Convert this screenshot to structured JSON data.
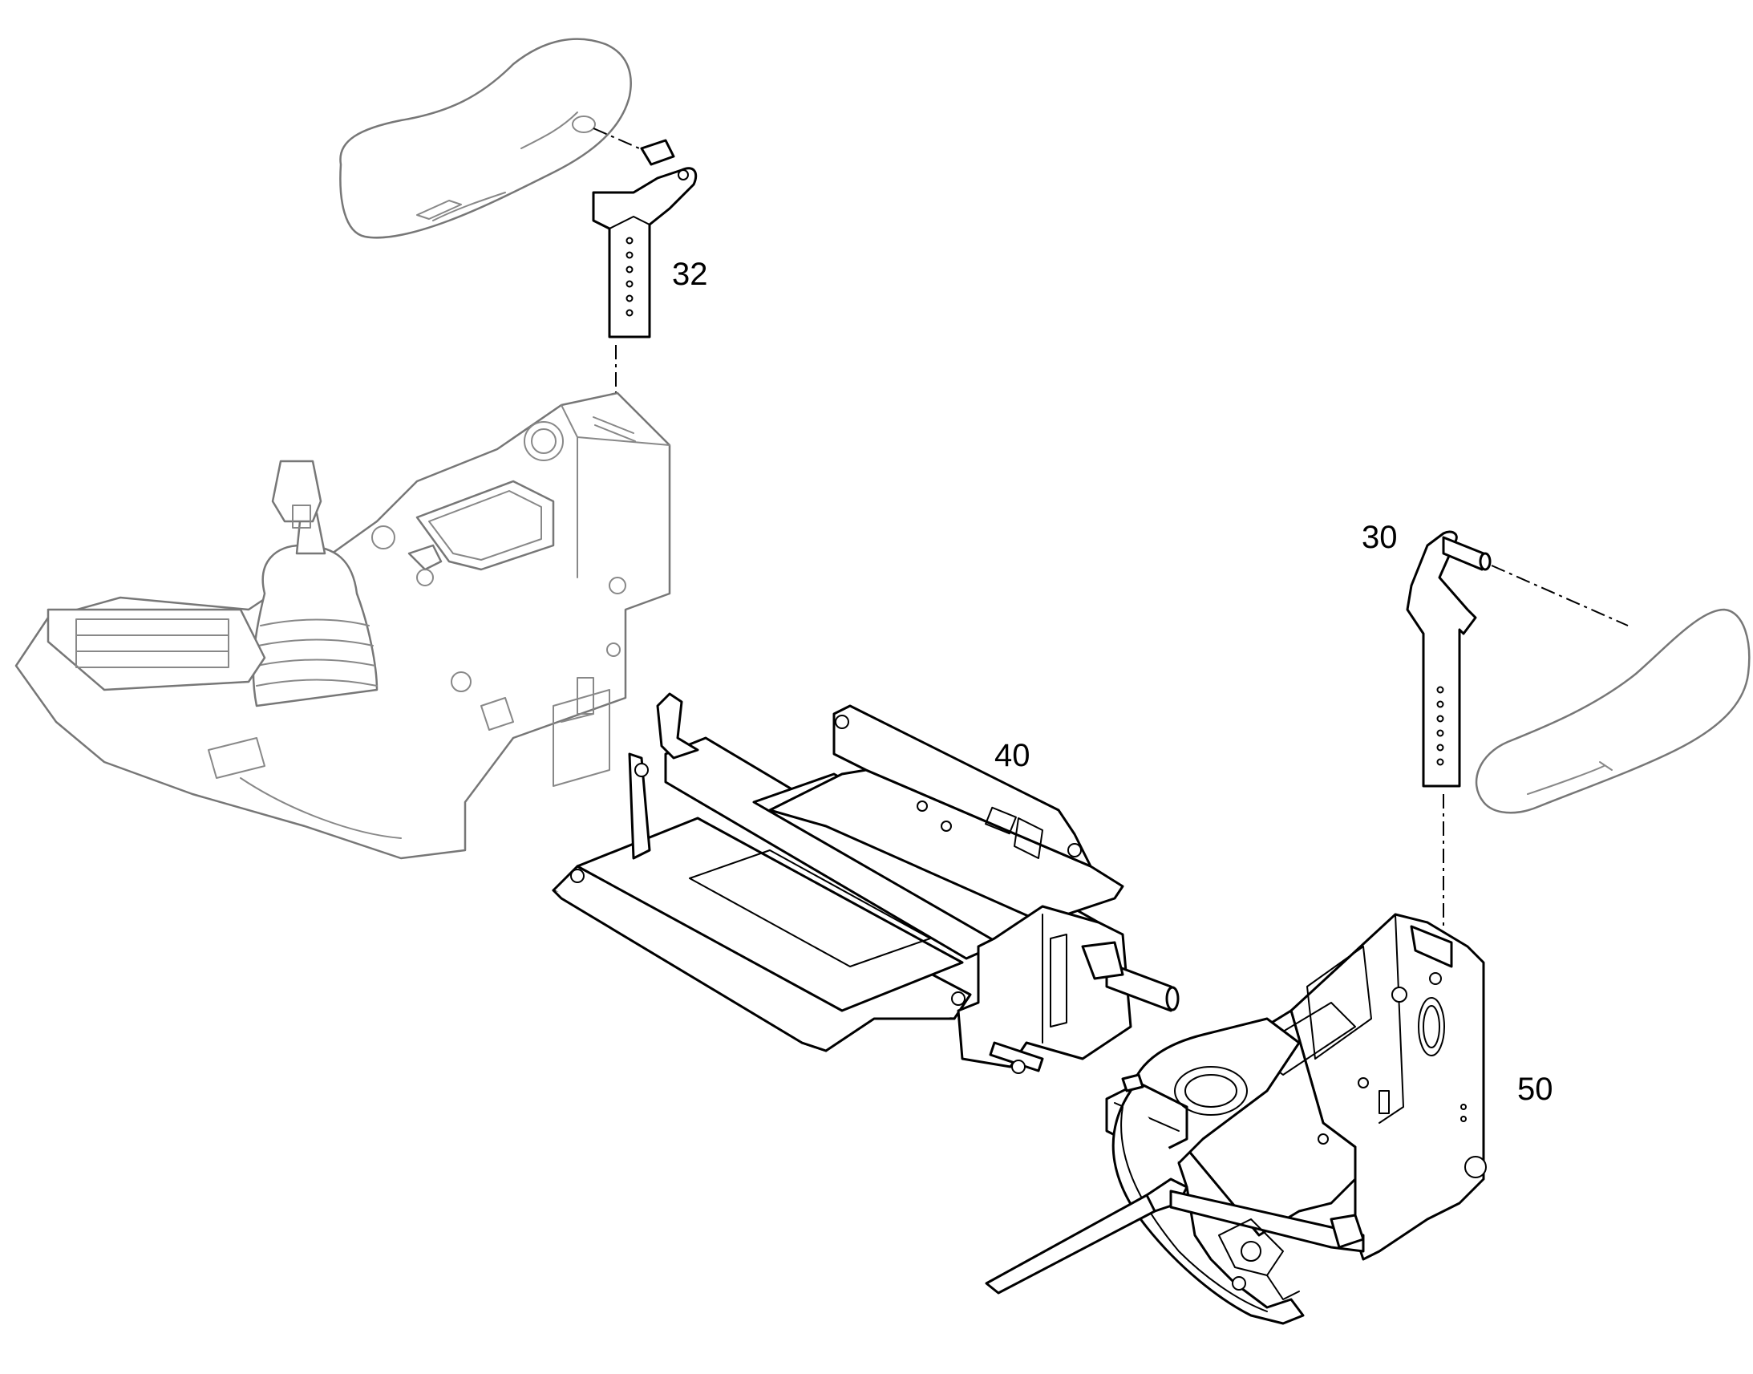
{
  "callouts": {
    "armrest_bracket_left": "32",
    "armrest_bracket_right": "30",
    "mounting_frame": "40",
    "seat_base_frame": "50"
  }
}
